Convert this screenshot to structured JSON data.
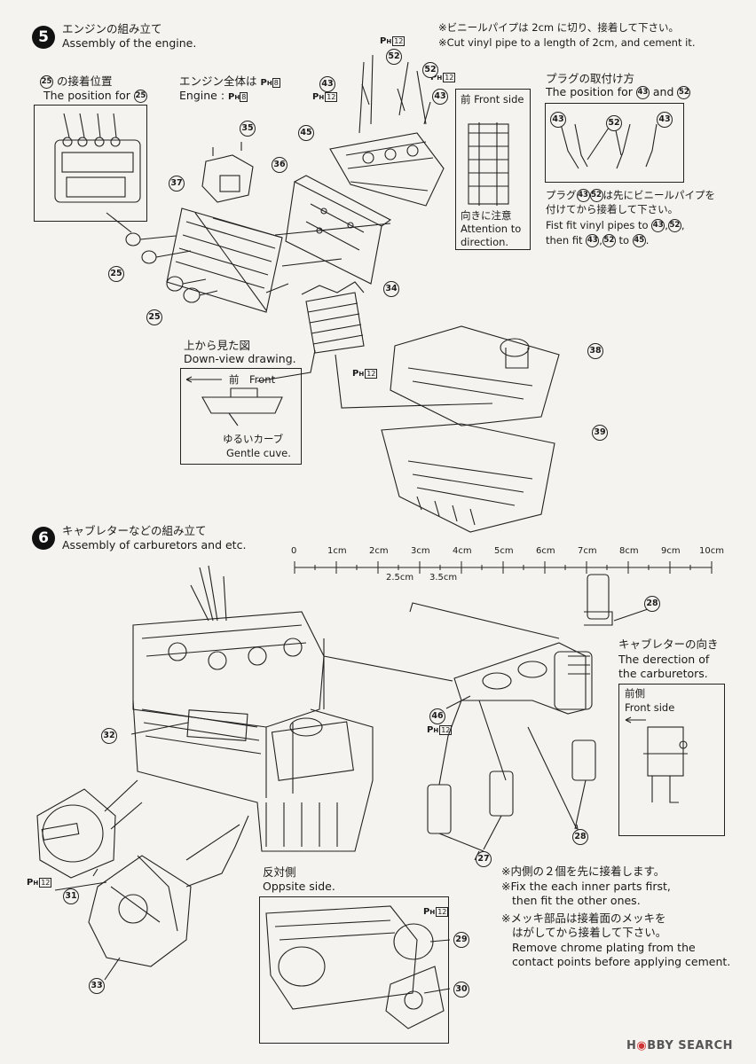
{
  "step5": {
    "number": "5",
    "title_jp": "エンジンの組み立て",
    "title_en": "Assembly of the engine.",
    "note_vinyl_jp": "※ビニールパイプは 2cm に切り、接着して下さい。",
    "note_vinyl_en": "※Cut vinyl pipe to a length of 2cm, and cement it.",
    "pos25_jp": "の接着位置",
    "pos25_en": "The position for",
    "engine_all_jp": "エンジン全体は",
    "engine_all_en": "Engine :",
    "front_side": "前 Front side",
    "attention_jp": "向きに注意",
    "attention_en1": "Attention to",
    "attention_en2": "direction.",
    "plug_pos_jp": "プラグの取付け方",
    "plug_pos_en": "The position for",
    "plug_pos_and": "and",
    "plug_note_jp1": "プラグ",
    "plug_note_jp2": "は先にビニールパイプを",
    "plug_note_jp3": "付けてから接着して下さい。",
    "plug_note_en1": "Fist fit vinyl pipes to",
    "plug_note_en2": "then fit",
    "plug_note_en2b": "to",
    "down_view_jp": "上から見た図",
    "down_view_en": "Down-view drawing.",
    "front": "前　Front",
    "gentle_jp": "ゆるいカーブ",
    "gentle_en": "Gentle cuve."
  },
  "step6": {
    "number": "6",
    "title_jp": "キャブレターなどの組み立て",
    "title_en": "Assembly of carburetors and etc.",
    "carb_dir_jp": "キャブレターの向き",
    "carb_dir_en1": "The derection of",
    "carb_dir_en2": "the carburetors.",
    "front_jp": "前側",
    "front_en": "Front side",
    "opposite_jp": "反対側",
    "opposite_en": "Oppsite side.",
    "inner_jp": "※内側の２個を先に接着します。",
    "inner_en1": "※Fix the each inner parts first,",
    "inner_en2": "then fit the other ones.",
    "chrome_jp1": "※メッキ部品は接着面のメッキを",
    "chrome_jp2": "はがしてから接着して下さい。",
    "chrome_en1": "Remove chrome plating from the",
    "chrome_en2": "contact points before applying cement."
  },
  "ruler": {
    "labels": [
      "0",
      "1cm",
      "2cm",
      "3cm",
      "4cm",
      "5cm",
      "6cm",
      "7cm",
      "8cm",
      "9cm",
      "10cm"
    ],
    "half_labels": [
      "2.5cm",
      "3.5cm"
    ]
  },
  "parts": {
    "p25": "25",
    "p35": "35",
    "p36": "36",
    "p37": "37",
    "p34": "34",
    "p38": "38",
    "p39": "39",
    "p43": "43",
    "p45": "45",
    "p52": "52",
    "p28": "28",
    "p46": "46",
    "p32": "32",
    "p31": "31",
    "p33": "33",
    "p27": "27",
    "p29": "29",
    "p30": "30"
  },
  "ph": {
    "letter": "P",
    "sub": "H",
    "n12": "12",
    "n8": "8"
  },
  "watermark": {
    "a": "H",
    "b": "BBY",
    "c": "SEARCH"
  },
  "colors": {
    "ink": "#1a1a1a",
    "paper": "#f4f3ef"
  }
}
